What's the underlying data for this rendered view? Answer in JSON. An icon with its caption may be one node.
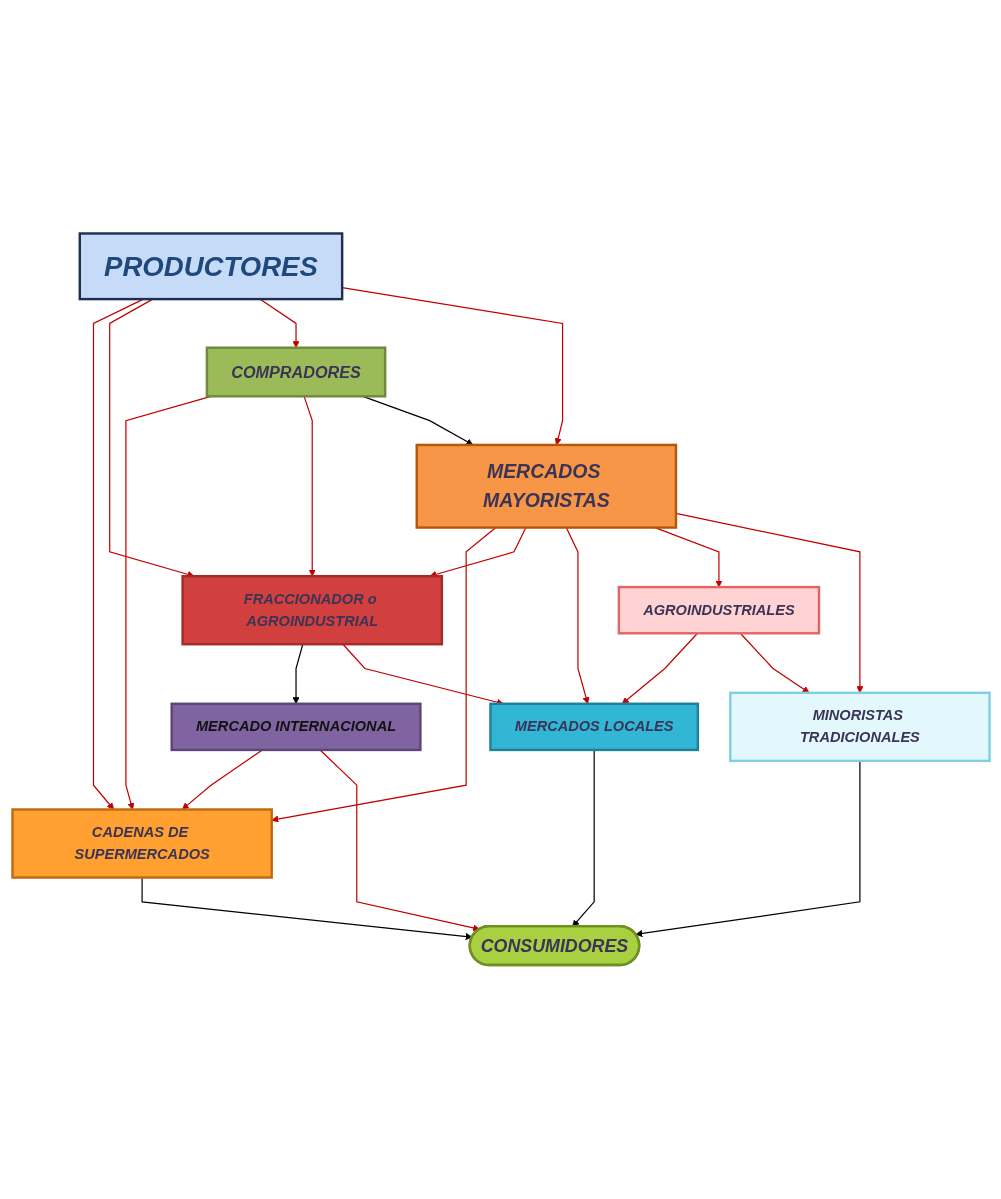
{
  "diagram": {
    "nodes": [
      {
        "text": [
          "PRODUCTORES"
        ]
      },
      {
        "text": [
          "COMPRADORES"
        ]
      },
      {
        "text": [
          "MERCADOS MAYORISTAS"
        ]
      },
      {
        "text": [
          "FRACCIONADOR o AGROINDUSTRIAL"
        ]
      },
      {
        "text": [
          "MERCADO INTERNACIONAL"
        ]
      },
      {
        "text": [
          "AGROINDUSTRIALES"
        ]
      },
      {
        "text": [
          "CADENAS DE SUPERMERCADOS"
        ]
      },
      {
        "text": [
          "MERCADOS LOCALES"
        ]
      },
      {
        "text": [
          "MINORISTAS TRADICIONALES"
        ]
      },
      {
        "text": [
          "CONSUMIDORES"
        ]
      }
    ],
    "edges": [
      {
        "from": 0,
        "to": 6,
        "arrow": "to"
      },
      {
        "from": 0,
        "to": 3,
        "arrow": "to"
      },
      {
        "from": 0,
        "to": 1,
        "arrow": "to"
      },
      {
        "from": 0,
        "to": 2,
        "arrow": "to"
      },
      {
        "from": 1,
        "to": 6,
        "arrow": "to"
      },
      {
        "from": 1,
        "to": 3,
        "arrow": "to"
      },
      {
        "from": 1,
        "to": 2,
        "arrow": "to",
        "color": "#000000"
      },
      {
        "from": 2,
        "to": 6,
        "arrow": "to"
      },
      {
        "from": 2,
        "to": 3,
        "arrow": "to"
      },
      {
        "from": 2,
        "to": 7,
        "arrow": "to"
      },
      {
        "from": 2,
        "to": 5,
        "arrow": "to"
      },
      {
        "from": 2,
        "to": 8,
        "arrow": "to"
      },
      {
        "from": 3,
        "to": 4,
        "arrow": "to",
        "color": "#000000"
      },
      {
        "from": 3,
        "to": 7,
        "arrow": "to"
      },
      {
        "from": 4,
        "to": 6,
        "arrow": "to"
      },
      {
        "from": 4,
        "to": 9,
        "arrow": "to"
      },
      {
        "from": 5,
        "to": 7,
        "arrow": "to"
      },
      {
        "from": 5,
        "to": 8,
        "arrow": "to"
      },
      {
        "from": 6,
        "to": 9,
        "arrow": "to",
        "color": "#000000"
      },
      {
        "from": 7,
        "to": 9,
        "arrow": "to",
        "color": "#000000"
      },
      {
        "from": 8,
        "to": 9,
        "arrow": "to",
        "color": "#000000"
      }
    ]
  }
}
